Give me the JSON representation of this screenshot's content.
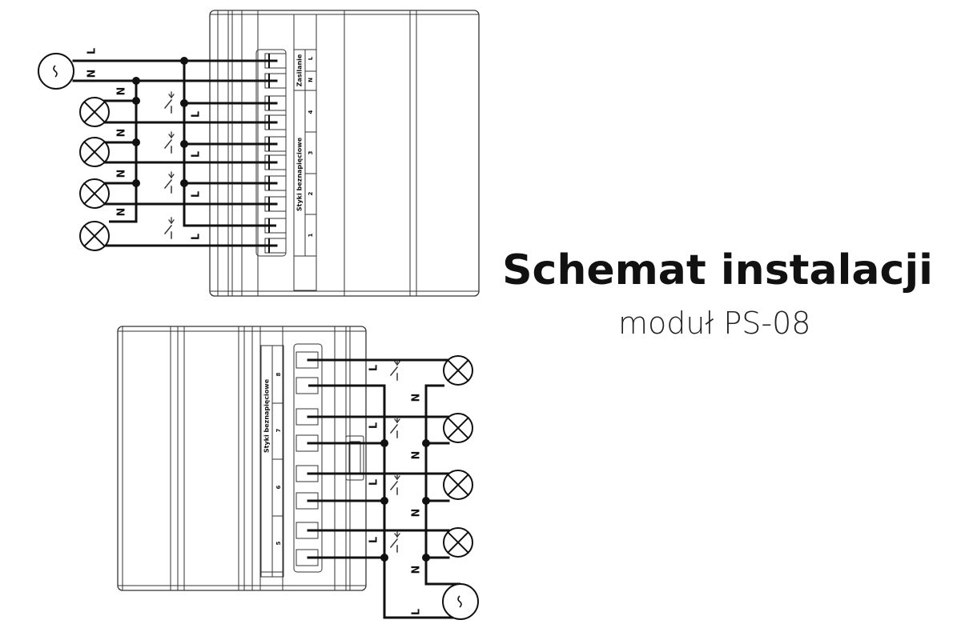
{
  "heading": {
    "title": "Schemat instalacji",
    "subtitle": "moduł PS-08"
  },
  "wire_labels": {
    "line": "L",
    "neutral": "N"
  },
  "module_top": {
    "power_label": "Zasilanie",
    "power_terminals": [
      "L",
      "N"
    ],
    "contacts_label": "Styki beznapięciowe",
    "channels": [
      "4",
      "3",
      "2",
      "1"
    ]
  },
  "module_bottom": {
    "contacts_label": "Styki beznapięciowe",
    "channels": [
      "8",
      "7",
      "6",
      "5"
    ]
  },
  "colors": {
    "ink": "#111111",
    "outline": "#333333",
    "background": "#ffffff"
  }
}
